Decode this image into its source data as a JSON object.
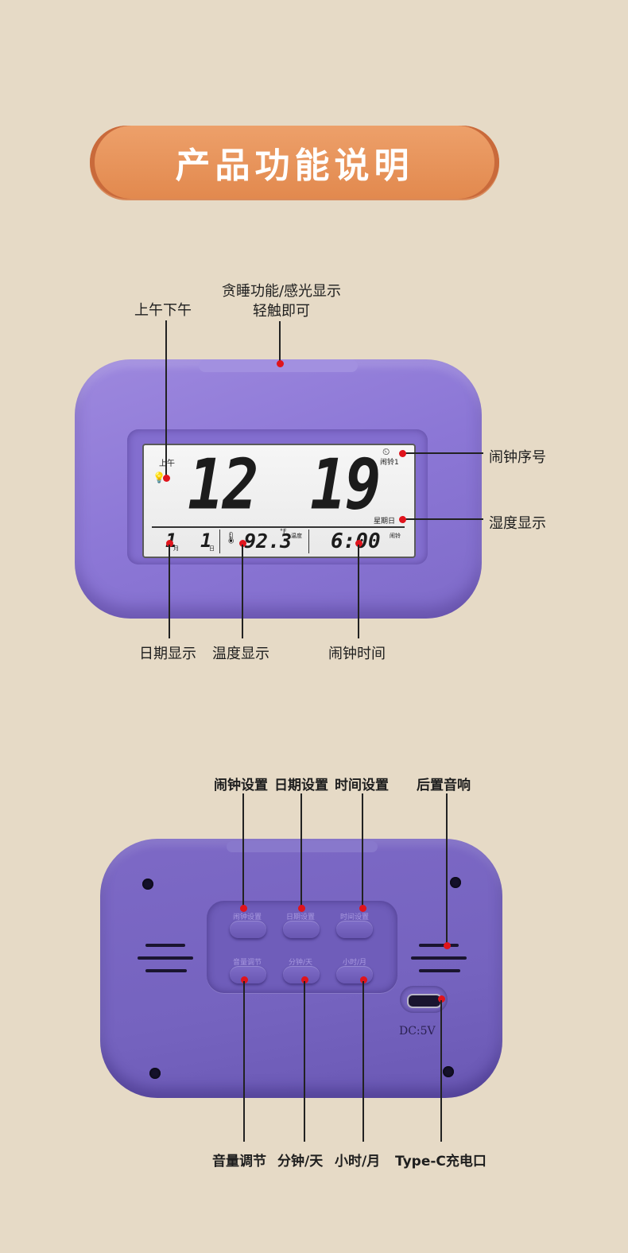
{
  "header": {
    "title": "产品功能说明"
  },
  "front": {
    "callouts": {
      "snooze_line1": "贪睡功能/感光显示",
      "snooze_line2": "轻触即可",
      "ampm": "上午下午",
      "alarm_index": "闹钟序号",
      "weekday_display": "湿度显示",
      "date_display": "日期显示",
      "temp_display": "温度显示",
      "alarm_time": "闹钟时间"
    },
    "lcd": {
      "am_label": "上午",
      "hour": "12",
      "minute": "19",
      "alarm_tag": "闹铃1",
      "weekday": "星期日",
      "month": "1",
      "month_unit": "月",
      "day": "1",
      "day_unit": "日",
      "temp_unit": "°F",
      "temperature": "92.3",
      "humidity_label": "温度",
      "alarm_time": "6:00",
      "alarm_label": "闹铃"
    }
  },
  "back": {
    "callouts": {
      "alarm_set": "闹钟设置",
      "date_set": "日期设置",
      "time_set": "时间设置",
      "speaker": "后置音响",
      "volume": "音量调节",
      "minute_day": "分钟/天",
      "hour_month": "小时/月",
      "typec": "Type-C充电口"
    },
    "port_label": "DC:5V"
  },
  "colors": {
    "background": "#e6dac6",
    "banner": "#e2894e",
    "clock_purple": "#8c77d6",
    "callout_dot": "#e0141c"
  }
}
